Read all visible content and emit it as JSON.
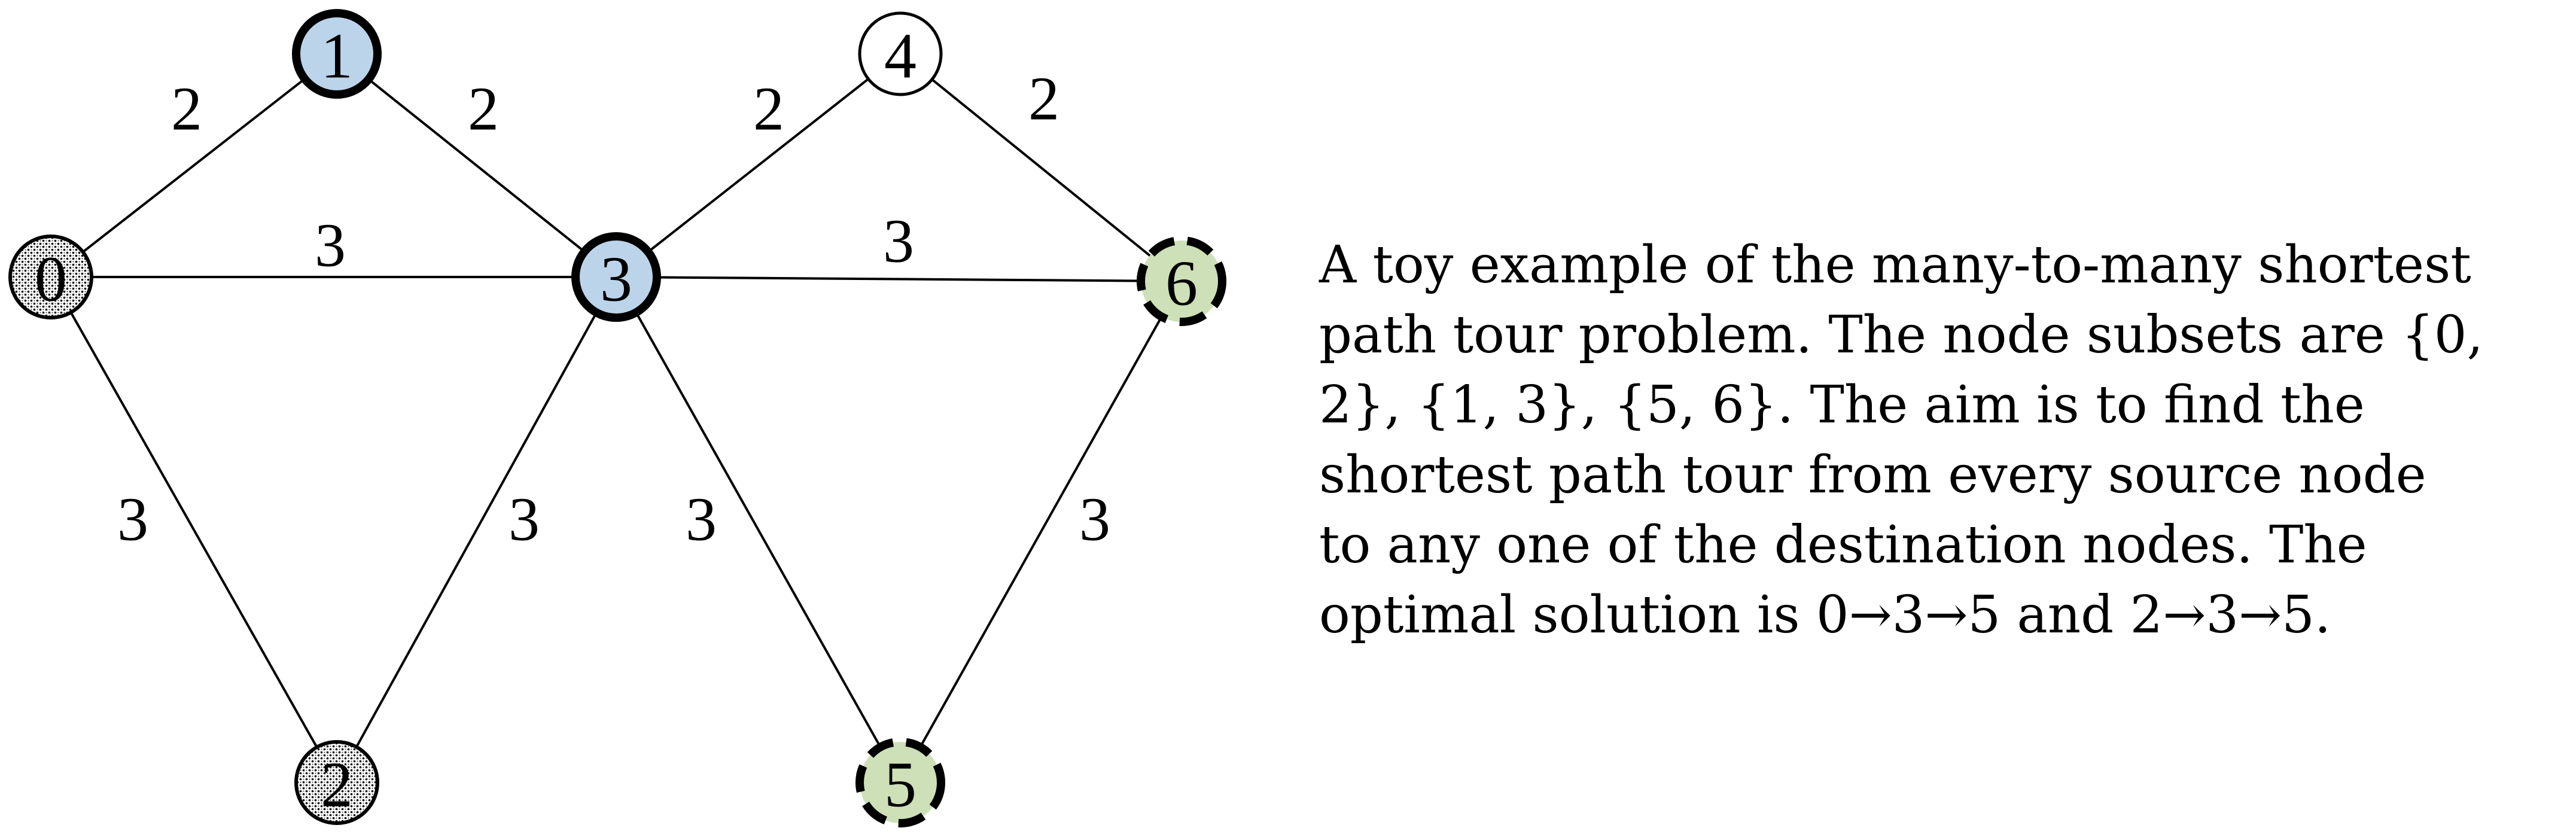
{
  "colors": {
    "subset_0_2": "#d8d8d8",
    "subset_1_3": "#bcd4ea",
    "subset_5_6": "#cde0b8",
    "plain": "#ffffff",
    "stroke": "#000000"
  },
  "diagram": {
    "nodes": [
      {
        "id": "0",
        "label": "0",
        "style": "dotted"
      },
      {
        "id": "1",
        "label": "1",
        "style": "blue"
      },
      {
        "id": "2",
        "label": "2",
        "style": "dotted"
      },
      {
        "id": "3",
        "label": "3",
        "style": "blue"
      },
      {
        "id": "4",
        "label": "4",
        "style": "plain"
      },
      {
        "id": "5",
        "label": "5",
        "style": "green-dashed"
      },
      {
        "id": "6",
        "label": "6",
        "style": "green-dashed"
      }
    ],
    "edges": [
      {
        "from": "0",
        "to": "1",
        "weight": "2"
      },
      {
        "from": "1",
        "to": "3",
        "weight": "2"
      },
      {
        "from": "0",
        "to": "3",
        "weight": "3"
      },
      {
        "from": "3",
        "to": "4",
        "weight": "2"
      },
      {
        "from": "4",
        "to": "6",
        "weight": "2"
      },
      {
        "from": "3",
        "to": "6",
        "weight": "3"
      },
      {
        "from": "0",
        "to": "2",
        "weight": "3"
      },
      {
        "from": "3",
        "to": "2",
        "weight": "3"
      },
      {
        "from": "3",
        "to": "5",
        "weight": "3"
      },
      {
        "from": "6",
        "to": "5",
        "weight": "3"
      }
    ]
  },
  "caption": {
    "text": "A toy example of the many-to-many shortest\npath tour problem. The node subsets are {0,\n2}, {1, 3}, {5, 6}. The aim is to find the\nshortest path tour from every source node\nto any one of the destination nodes. The\noptimal solution is 0→3→5 and 2→3→5."
  }
}
